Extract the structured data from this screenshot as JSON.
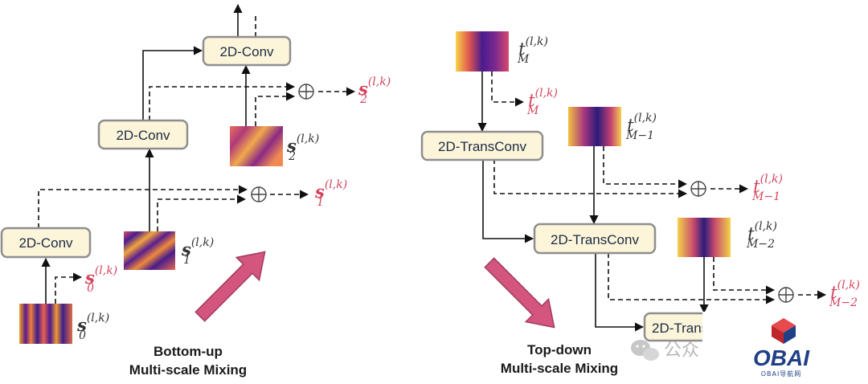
{
  "left": {
    "boxes": [
      "2D-Conv",
      "2D-Conv",
      "2D-Conv"
    ],
    "inputs": [
      {
        "base": "s",
        "sub": "0",
        "sup": "(l,k)"
      },
      {
        "base": "s",
        "sub": "1",
        "sup": "(l,k)"
      },
      {
        "base": "s",
        "sub": "2",
        "sup": "(l,k)"
      }
    ],
    "outputs": [
      {
        "base": "s",
        "sub": "0",
        "sup": "(l,k)"
      },
      {
        "base": "s",
        "sub": "1",
        "sup": "(l,k)"
      },
      {
        "base": "s",
        "sub": "2",
        "sup": "(l,k)"
      }
    ],
    "caption_line1": "Bottom-up",
    "caption_line2": "Multi-scale Mixing"
  },
  "right": {
    "boxes": [
      "2D-TransConv",
      "2D-TransConv",
      "2D-Trans"
    ],
    "inputs": [
      {
        "base": "t",
        "sub": "M",
        "sup": "(l,k)"
      },
      {
        "base": "t",
        "sub": "M−1",
        "sup": "(l,k)"
      },
      {
        "base": "t",
        "sub": "M−2",
        "sup": "(l,k)"
      }
    ],
    "outputs": [
      {
        "base": "t",
        "sub": "M",
        "sup": "(l,k)"
      },
      {
        "base": "t",
        "sub": "M−1",
        "sup": "(l,k)"
      },
      {
        "base": "t",
        "sub": "M−2",
        "sup": "(l,k)"
      }
    ],
    "caption_line1": "Top-down",
    "caption_line2": "Multi-scale Mixing"
  },
  "watermark": {
    "wechat_text": "公众",
    "logo_text": "OBAI",
    "logo_sub": "OBAI导航网"
  },
  "colors": {
    "box_fill": "#fdf5d9",
    "box_border": "#8e8e8e",
    "box_text": "#1a2a44",
    "output_label": "#d2445c",
    "input_label": "#333333",
    "arrow_fill": "#d4557e",
    "arrow_outline": "#a13a62"
  }
}
